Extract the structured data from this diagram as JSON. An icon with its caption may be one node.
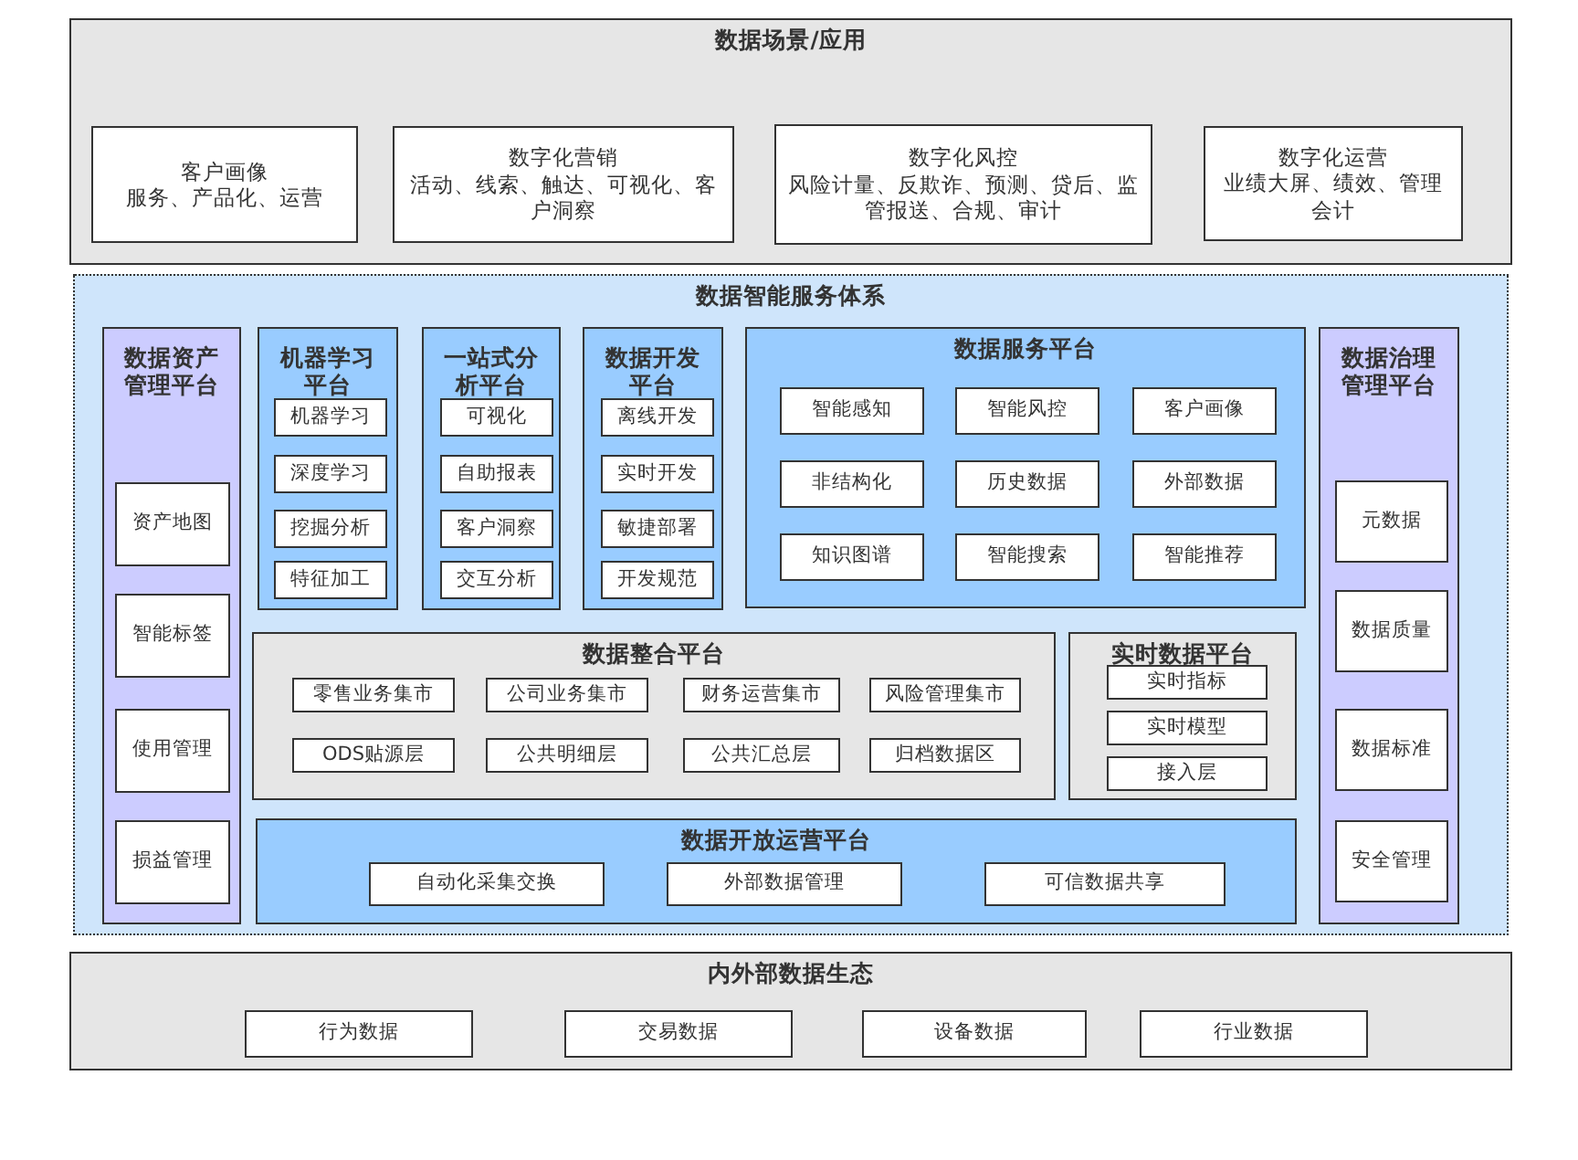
{
  "diagram": {
    "nodes": [
      {
        "text": [
          "数据场景/应用"
        ]
      },
      {
        "text": [
          "客户画像",
          "服务、产品化、运营"
        ],
        "in": 0
      },
      {
        "text": [
          "数字化营销",
          "活动、线索、触达、可视化、客户洞察"
        ],
        "in": 0
      },
      {
        "text": [
          "数字化风控",
          "风险计量、反欺诈、预测、贷后、监管报送、合规、审计"
        ],
        "in": 0
      },
      {
        "text": [
          "数字化运营",
          "业绩大屏、绩效、管理会计"
        ],
        "in": 0
      },
      {
        "text": [
          "数据智能服务体系"
        ]
      },
      {
        "text": [
          "数据资产管理平台"
        ],
        "in": 5
      },
      {
        "text": [
          "资产地图"
        ],
        "in": 6
      },
      {
        "text": [
          "智能标签"
        ],
        "in": 6
      },
      {
        "text": [
          "使用管理"
        ],
        "in": 6
      },
      {
        "text": [
          "损益管理"
        ],
        "in": 6
      },
      {
        "text": [
          "机器学习平台"
        ],
        "in": 5
      },
      {
        "text": [
          "机器学习"
        ],
        "in": 11
      },
      {
        "text": [
          "深度学习"
        ],
        "in": 11
      },
      {
        "text": [
          "挖掘分析"
        ],
        "in": 11
      },
      {
        "text": [
          "特征加工"
        ],
        "in": 11
      },
      {
        "text": [
          "一站式分析平台"
        ],
        "in": 5
      },
      {
        "text": [
          "可视化"
        ],
        "in": 16
      },
      {
        "text": [
          "自助报表"
        ],
        "in": 16
      },
      {
        "text": [
          "客户洞察"
        ],
        "in": 16
      },
      {
        "text": [
          "交互分析"
        ],
        "in": 16
      },
      {
        "text": [
          "数据开发平台"
        ],
        "in": 5
      },
      {
        "text": [
          "离线开发"
        ],
        "in": 21
      },
      {
        "text": [
          "实时开发"
        ],
        "in": 21
      },
      {
        "text": [
          "敏捷部署"
        ],
        "in": 21
      },
      {
        "text": [
          "开发规范"
        ],
        "in": 21
      },
      {
        "text": [
          "数据服务平台"
        ],
        "in": 5
      },
      {
        "text": [
          "智能感知"
        ],
        "in": 26
      },
      {
        "text": [
          "智能风控"
        ],
        "in": 26
      },
      {
        "text": [
          "客户画像"
        ],
        "in": 26
      },
      {
        "text": [
          "非结构化"
        ],
        "in": 26
      },
      {
        "text": [
          "历史数据"
        ],
        "in": 26
      },
      {
        "text": [
          "外部数据"
        ],
        "in": 26
      },
      {
        "text": [
          "知识图谱"
        ],
        "in": 26
      },
      {
        "text": [
          "智能搜索"
        ],
        "in": 26
      },
      {
        "text": [
          "智能推荐"
        ],
        "in": 26
      },
      {
        "text": [
          "数据治理管理平台"
        ],
        "in": 5
      },
      {
        "text": [
          "元数据"
        ],
        "in": 36
      },
      {
        "text": [
          "数据质量"
        ],
        "in": 36
      },
      {
        "text": [
          "数据标准"
        ],
        "in": 36
      },
      {
        "text": [
          "安全管理"
        ],
        "in": 36
      },
      {
        "text": [
          "数据整合平台"
        ],
        "in": 5
      },
      {
        "text": [
          "零售业务集市"
        ],
        "in": 41
      },
      {
        "text": [
          "公司业务集市"
        ],
        "in": 41
      },
      {
        "text": [
          "财务运营集市"
        ],
        "in": 41
      },
      {
        "text": [
          "风险管理集市"
        ],
        "in": 41
      },
      {
        "text": [
          "ODS贴源层"
        ],
        "in": 41
      },
      {
        "text": [
          "公共明细层"
        ],
        "in": 41
      },
      {
        "text": [
          "公共汇总层"
        ],
        "in": 41
      },
      {
        "text": [
          "归档数据区"
        ],
        "in": 41
      },
      {
        "text": [
          "实时数据平台"
        ],
        "in": 5
      },
      {
        "text": [
          "实时指标"
        ],
        "in": 50
      },
      {
        "text": [
          "实时模型"
        ],
        "in": 50
      },
      {
        "text": [
          "接入层"
        ],
        "in": 50
      },
      {
        "text": [
          "数据开放运营平台"
        ],
        "in": 5
      },
      {
        "text": [
          "自动化采集交换"
        ],
        "in": 54
      },
      {
        "text": [
          "外部数据管理"
        ],
        "in": 54
      },
      {
        "text": [
          "可信数据共享"
        ],
        "in": 54
      },
      {
        "text": [
          "内外部数据生态"
        ]
      },
      {
        "text": [
          "行为数据"
        ],
        "in": 58
      },
      {
        "text": [
          "交易数据"
        ],
        "in": 58
      },
      {
        "text": [
          "设备数据"
        ],
        "in": 58
      },
      {
        "text": [
          "行业数据"
        ],
        "in": 58
      }
    ]
  }
}
